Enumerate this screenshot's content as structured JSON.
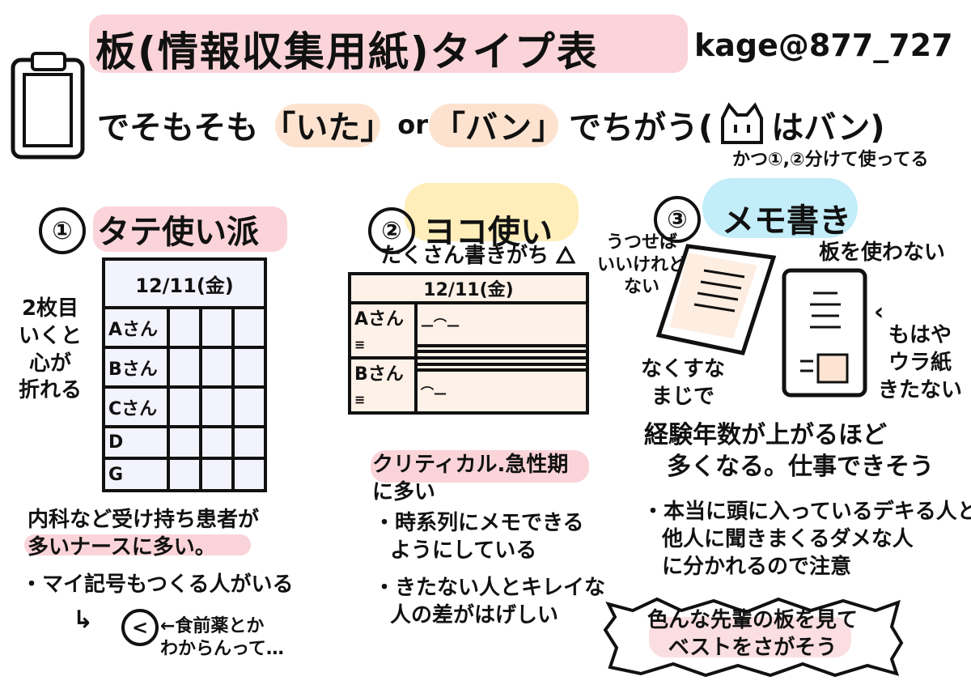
{
  "title": {
    "main": "板(情報収集用紙)タイプ表",
    "author": "kage@877_727"
  },
  "subtitle": {
    "pre": "でそもそも",
    "ita": "「いた」",
    "or": "or",
    "ban": "「バン」",
    "post": "でちがう(",
    "cat_suffix": "はバン)",
    "note": "かつ①,②分けて使ってる"
  },
  "sec1": {
    "num": "①",
    "label": "タテ使い派",
    "date": "12/11(金)",
    "rows": [
      "Aさん",
      "Bさん",
      "Cさん",
      "D",
      "G"
    ],
    "side_note": [
      "2枚目",
      "いくと",
      "心が",
      "折れる"
    ],
    "text1": [
      "内科など受け持ち患者が",
      "多いナースに多い。"
    ],
    "bullet": "・マイ記号もつくる人がいる",
    "arrow": "↳",
    "symbol": "<",
    "symbol_note": [
      "←食前薬とか",
      "わからんって…"
    ]
  },
  "sec2": {
    "num": "②",
    "label": "ヨコ使い",
    "note": "たくさん書きがち",
    "side_note": [
      "うつせば",
      "いいけれど",
      "ない"
    ],
    "date": "12/11(金)",
    "rows": [
      "Aさん",
      "Bさん"
    ],
    "text1": [
      "クリティカル.急性期",
      "に多い"
    ],
    "bullet1": [
      "・時系列にメモできる",
      "ようにしている"
    ],
    "bullet2": [
      "・きたない人とキレイな",
      "人の差がはげしい"
    ]
  },
  "sec3": {
    "num": "③",
    "label": "メモ書き",
    "right_title": "板を使わない",
    "lost_note": [
      "なくすな",
      "まじで"
    ],
    "back_note": [
      "もはや",
      "ウラ紙",
      "きたない"
    ],
    "text1": [
      "経験年数が上がるほど",
      "多くなる。仕事できそう"
    ],
    "bullet": [
      "・本当に頭に入っているデキる人と",
      "他人に聞きまくるダメな人",
      "に分かれるので注意"
    ],
    "box": [
      "色んな先輩の板を見て",
      "ベストをさがそう"
    ]
  }
}
